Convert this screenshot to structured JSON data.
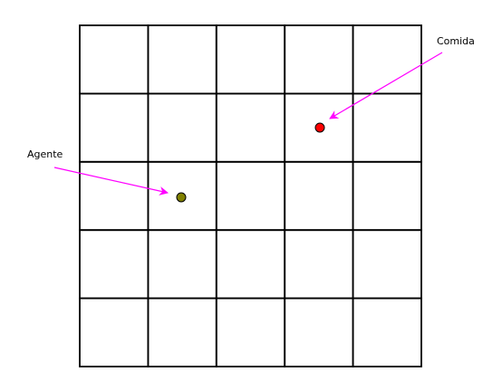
{
  "grid": {
    "rows": 5,
    "cols": 5,
    "line_color": "#000000"
  },
  "entities": {
    "agent": {
      "label": "Agente",
      "row": 2,
      "col": 1,
      "color": "#808000"
    },
    "food": {
      "label": "Comida",
      "row": 1,
      "col": 3,
      "color": "#ff0000"
    }
  },
  "arrow_color": "#ff00ff"
}
